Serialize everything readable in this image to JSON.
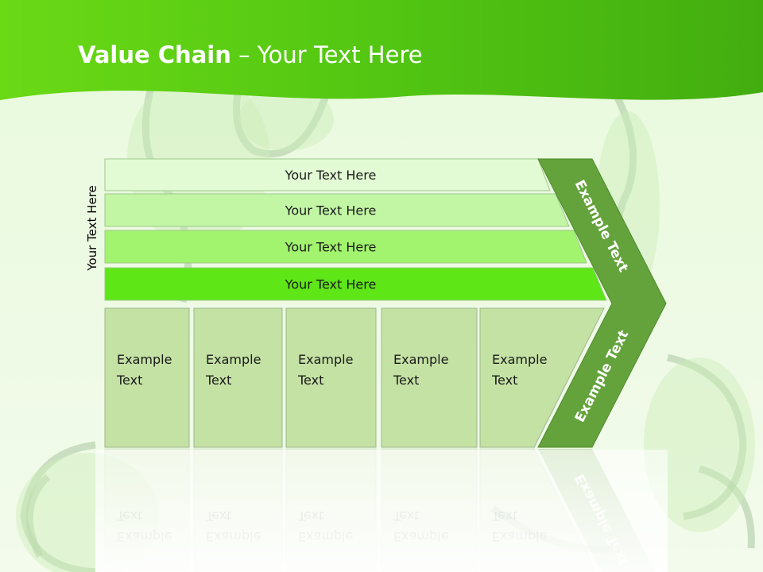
{
  "header": {
    "title_bold": "Value Chain",
    "title_rest": " – Your Text Here"
  },
  "side_label": "Your Text Here",
  "bars": [
    {
      "label": "Your Text Here",
      "color": "#e2fbd5"
    },
    {
      "label": "Your Text Here",
      "color": "#c2f6a5"
    },
    {
      "label": "Your Text Here",
      "color": "#a2f36e"
    },
    {
      "label": "Your Text Here",
      "color": "#5ee617"
    }
  ],
  "columns": [
    {
      "line1": "Example",
      "line2": "Text"
    },
    {
      "line1": "Example",
      "line2": "Text"
    },
    {
      "line1": "Example",
      "line2": "Text"
    },
    {
      "line1": "Example",
      "line2": "Text"
    },
    {
      "line1": "Example",
      "line2": "Text"
    }
  ],
  "chevron": {
    "upper": "Example Text",
    "lower": "Example Text",
    "color": "#64a33c"
  },
  "colors": {
    "header_green": "#4fcc10",
    "column_fill": "#c5e2a5",
    "background": "#f6fcef"
  }
}
